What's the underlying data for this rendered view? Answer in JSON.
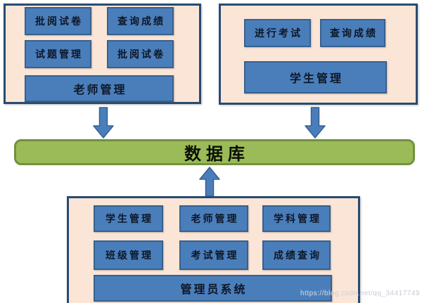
{
  "teacher_panel": {
    "items": [
      "批阅试卷",
      "查询成绩",
      "试题管理",
      "批阅试卷"
    ],
    "footer": "老师管理"
  },
  "student_panel": {
    "items": [
      "进行考试",
      "查询成绩"
    ],
    "footer": "学生管理"
  },
  "database": {
    "label": "数据库"
  },
  "admin_panel": {
    "items": [
      "学生管理",
      "老师管理",
      "学科管理",
      "班级管理",
      "考试管理",
      "成绩查询"
    ],
    "footer": "管理员系统"
  },
  "watermark": "https://blog.csdn.net/qq_34417749",
  "colors": {
    "panel_fill": "#fbe5d6",
    "panel_border": "#274b72",
    "box_fill": "#4a7ebb",
    "box_border": "#36618e",
    "database_fill": "#9bbb59",
    "database_border": "#739140",
    "arrow_fill": "#4a7ebb",
    "text": "#0e1726"
  }
}
